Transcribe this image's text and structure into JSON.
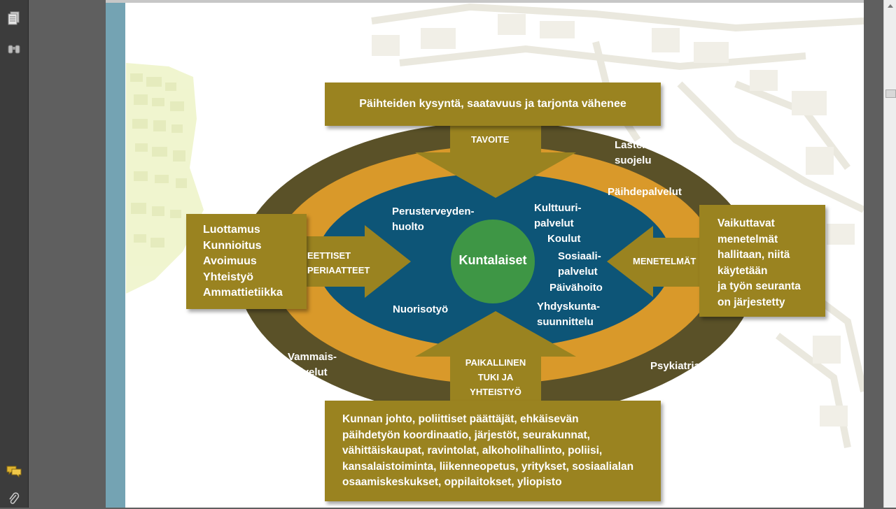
{
  "sidebar": {
    "icons": [
      "pages-icon",
      "binoculars-icon",
      "comments-icon",
      "attachment-icon"
    ]
  },
  "diagram": {
    "center": "Kuntalaiset",
    "top_box": "Päihteiden kysyntä, saatavuus ja tarjonta vähenee",
    "top_arrow_label": "TAVOITE",
    "left_box": [
      "Luottamus",
      "Kunnioitus",
      "Avoimuus",
      "Yhteistyö",
      "Ammattietiikka"
    ],
    "left_arrow_label": [
      "EETTISET",
      "PERIAATTEET"
    ],
    "right_box": [
      "Vaikuttavat",
      "menetelmät",
      "hallitaan, niitä",
      "käytetään",
      "ja työn seuranta",
      "on järjestetty"
    ],
    "right_arrow_label": "MENETELMÄT",
    "bottom_arrow_label": [
      "PAIKALLINEN",
      "TUKI JA",
      "YHTEISTYÖ"
    ],
    "bottom_box": [
      "Kunnan johto, poliittiset päättäjät, ehkäisevän",
      "päihdetyön koordinaatio, järjestöt, seurakunnat,",
      "vähittäiskaupat, ravintolat, alkoholihallinto, poliisi,",
      "kansalaistoiminta, liikenneopetus, yritykset, sosiaalialan",
      "osaamiskeskukset, oppilaitokset, yliopisto"
    ],
    "outer_ring": {
      "lastensuojelu": [
        "Lasten-",
        "suojelu"
      ],
      "paihdepalvelut": "Päihdepalvelut",
      "vammaispalvelut": [
        "Vammais-",
        "palvelut"
      ],
      "psykiatria": "Psykiatria"
    },
    "inner": {
      "perusterveydenhuolto": [
        "Perusterveyden-",
        "huolto"
      ],
      "kulttuuripalvelut": [
        "Kulttuuri-",
        "palvelut"
      ],
      "koulut": "Koulut",
      "sosiaalipalvelut": [
        "Sosiaali-",
        "palvelut"
      ],
      "paivahoito": "Päivähoito",
      "yhdyskuntasuunnittelu": [
        "Yhdyskunta-",
        "suunnittelu"
      ],
      "nuorisotyo": "Nuorisotyö"
    }
  },
  "colors": {
    "outer": "#5a5128",
    "middle": "#d9992a",
    "inner": "#0d5577",
    "center": "#3e9645",
    "box": "#9a8320",
    "stripe": "#74a3b3"
  }
}
